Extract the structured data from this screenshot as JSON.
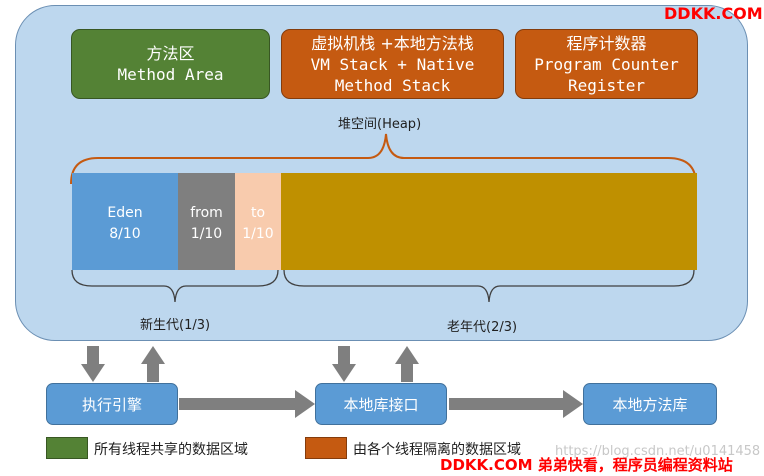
{
  "brand": {
    "top_right": "DDKK.COM",
    "bottom": "DDKK.COM 弟弟快看，程序员编程资料站"
  },
  "watermark": "https://blog.csdn.net/u0141458",
  "regions": {
    "method_area": {
      "line1": "方法区",
      "line2": "Method Area"
    },
    "vm_stack": {
      "line1": "虚拟机栈 +本地方法栈",
      "line2": "VM Stack + Native",
      "line3": "Method Stack"
    },
    "program_counter": {
      "line1": "程序计数器",
      "line2": "Program Counter",
      "line3": "Register"
    }
  },
  "heap": {
    "label": "堆空间(Heap)",
    "eden": {
      "name": "Eden",
      "ratio": "8/10"
    },
    "from": {
      "name": "from",
      "ratio": "1/10"
    },
    "to": {
      "name": "to",
      "ratio": "1/10"
    },
    "young_label": "新生代(1/3)",
    "old_label": "老年代(2/3)"
  },
  "bottom": {
    "exec_engine": "执行引擎",
    "native_interface": "本地库接口",
    "native_library": "本地方法库"
  },
  "legend": {
    "shared": "所有线程共享的数据区域",
    "isolated": "由各个线程隔离的数据区域"
  },
  "colors": {
    "shared": "#548235",
    "isolated": "#c55a11",
    "jvm_background": "#bdd7ee",
    "eden": "#5b9bd5",
    "survivor_from": "#7f7f7f",
    "survivor_to": "#f8cbad",
    "old_gen": "#bf9000"
  }
}
